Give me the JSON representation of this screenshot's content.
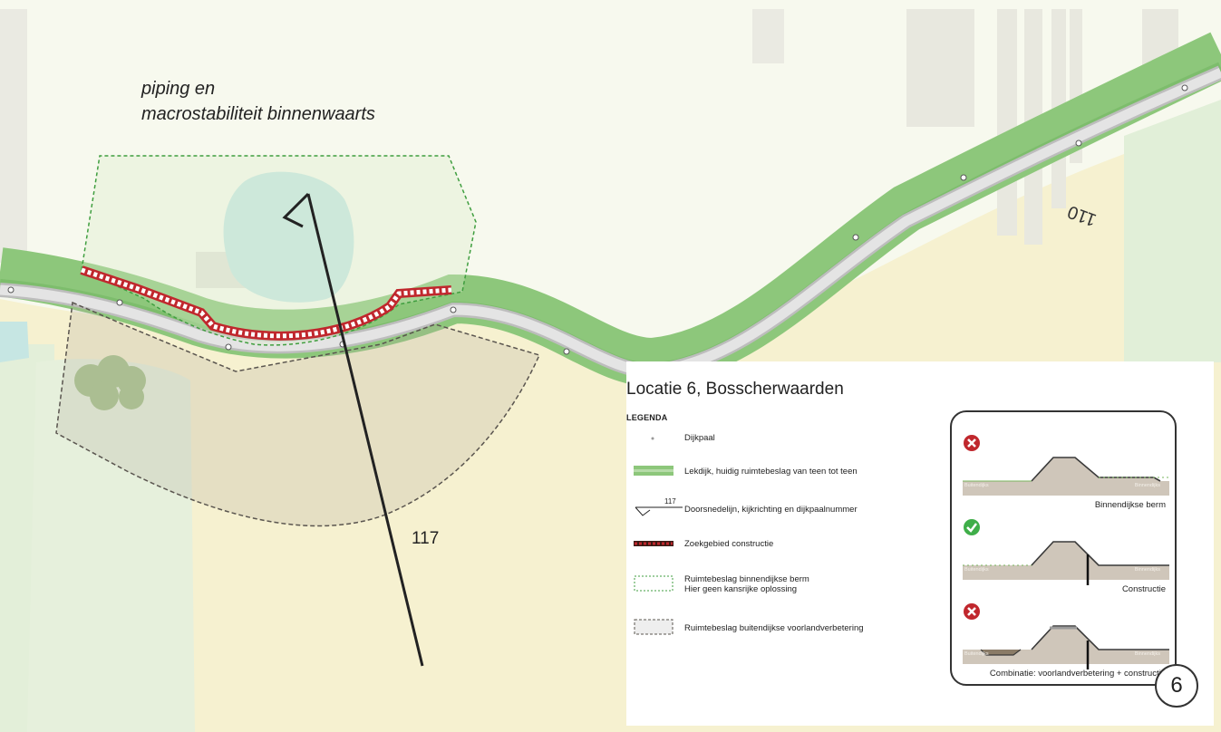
{
  "map": {
    "area_note": [
      "piping en",
      "macrostabiliteit binnenwaarts"
    ],
    "section_number": "117",
    "dike_post_label": "110",
    "colors": {
      "background": "#f7f9ee",
      "farmland": "#f6f1d0",
      "meadow": "#e1efd8",
      "dike_green": "#8dc77b",
      "dike_dark": "#6eb35e",
      "road": "#dadada",
      "water": "#c6e6e3",
      "search_area_red": "#c0272d",
      "inner_berm_line": "#3f9e3f",
      "outer_area_line": "#5a554f"
    }
  },
  "panel": {
    "title": "Locatie 6, Bosscherwaarden",
    "legend_heading": "LEGENDA",
    "legend": [
      {
        "icon": "dike-post-icon",
        "label": [
          "Dijkpaal"
        ]
      },
      {
        "icon": "dike-footprint-icon",
        "label": [
          "Lekdijk, huidig ruimtebeslag van teen tot teen"
        ]
      },
      {
        "icon": "section-line-icon",
        "icon_text": "117",
        "label": [
          "Doorsnedelijn, kijkrichting en dijkpaalnummer"
        ]
      },
      {
        "icon": "search-area-icon",
        "label": [
          "Zoekgebied constructie"
        ]
      },
      {
        "icon": "inner-berm-area-icon",
        "label": [
          "Ruimtebeslag binnendijkse berm",
          "Hier geen kansrijke oplossing"
        ]
      },
      {
        "icon": "outer-foreland-area-icon",
        "label": [
          "Ruimtebeslag buitendijkse voorlandverbetering"
        ]
      }
    ],
    "profiles": [
      {
        "status": "rejected",
        "status_icon": "cross-circle-icon",
        "caption": "Binnendijkse berm",
        "left_side": "Buitendijks",
        "right_side": "Binnendijks"
      },
      {
        "status": "approved",
        "status_icon": "check-circle-icon",
        "caption": "Constructie",
        "left_side": "Buitendijks",
        "right_side": "Binnendijks"
      },
      {
        "status": "rejected",
        "status_icon": "cross-circle-icon",
        "caption": "Combinatie: voorlandverbetering + constructie",
        "left_side": "Buitendijks",
        "right_side": "Binnendijks"
      }
    ],
    "location_number": "6"
  }
}
